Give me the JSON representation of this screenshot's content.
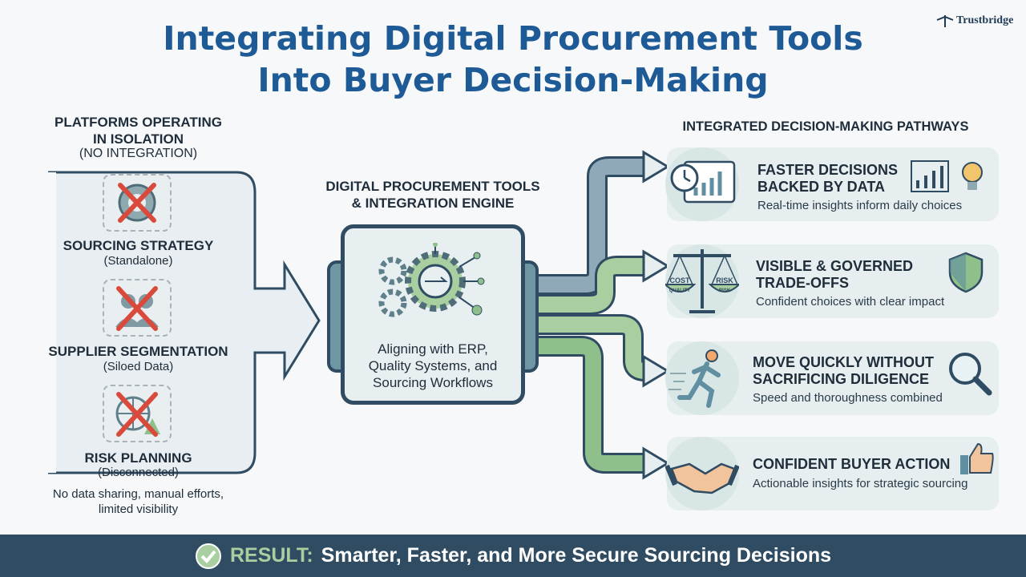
{
  "title": {
    "line1": "Integrating Digital Procurement Tools",
    "line2": "Into Buyer Decision-Making"
  },
  "logo": {
    "text": "Trustbridge"
  },
  "left": {
    "heading_line1": "PLATFORMS OPERATING",
    "heading_line2": "IN ISOLATION",
    "subheading": "(NO INTEGRATION)",
    "items": [
      {
        "label": "SOURCING STRATEGY",
        "note": "(Standalone)",
        "icon": "target-crossed-icon"
      },
      {
        "label": "SUPPLIER SEGMENTATION",
        "note": "(Siloed Data)",
        "icon": "users-crossed-icon"
      },
      {
        "label": "RISK PLANNING",
        "note": "(Disconnected)",
        "icon": "globe-warning-crossed-icon"
      }
    ],
    "footer_line1": "No data sharing, manual efforts,",
    "footer_line2": "limited visibility"
  },
  "center": {
    "heading_line1": "DIGITAL PROCUREMENT TOOLS",
    "heading_line2": "& INTEGRATION ENGINE",
    "caption_line1": "Aligning with ERP,",
    "caption_line2": "Quality Systems, and",
    "caption_line3": "Sourcing Workflows",
    "icon": "gears-network-icon"
  },
  "right": {
    "heading": "INTEGRATED DECISION-MAKING PATHWAYS",
    "cards": [
      {
        "title_line1": "FASTER DECISIONS",
        "title_line2": "BACKED BY DATA",
        "desc": "Real-time insights inform daily choices",
        "icon": "stopwatch-dashboard-icon",
        "side_icon": "chart-lightbulb-icon"
      },
      {
        "title_line1": "VISIBLE & GOVERNED",
        "title_line2": "TRADE-OFFS",
        "desc": "Confident choices with clear impact",
        "icon": "balance-scale-icon",
        "side_icon": "shield-icon",
        "scale_left_top": "COST",
        "scale_left_bottom": "QUALITY",
        "scale_right_top": "RISK",
        "scale_right_bottom": "RISK"
      },
      {
        "title_line1": "MOVE QUICKLY WITHOUT",
        "title_line2": "SACRIFICING DILIGENCE",
        "desc": "Speed and thoroughness combined",
        "icon": "running-person-icon",
        "side_icon": "magnifier-icon"
      },
      {
        "title_line1": "CONFIDENT BUYER ACTION",
        "title_line2": "",
        "desc": "Actionable insights for strategic sourcing",
        "icon": "handshake-icon",
        "side_icon": "thumbs-up-icon"
      }
    ]
  },
  "footer": {
    "label": "RESULT:",
    "text": "Smarter, Faster, and More Secure Sourcing Decisions",
    "icon": "check-circle-icon"
  },
  "colors": {
    "title": "#1d5a96",
    "footer": "#2f4c62",
    "accent_green": "#8fbf8a",
    "accent_teal": "#5f8fa0"
  }
}
